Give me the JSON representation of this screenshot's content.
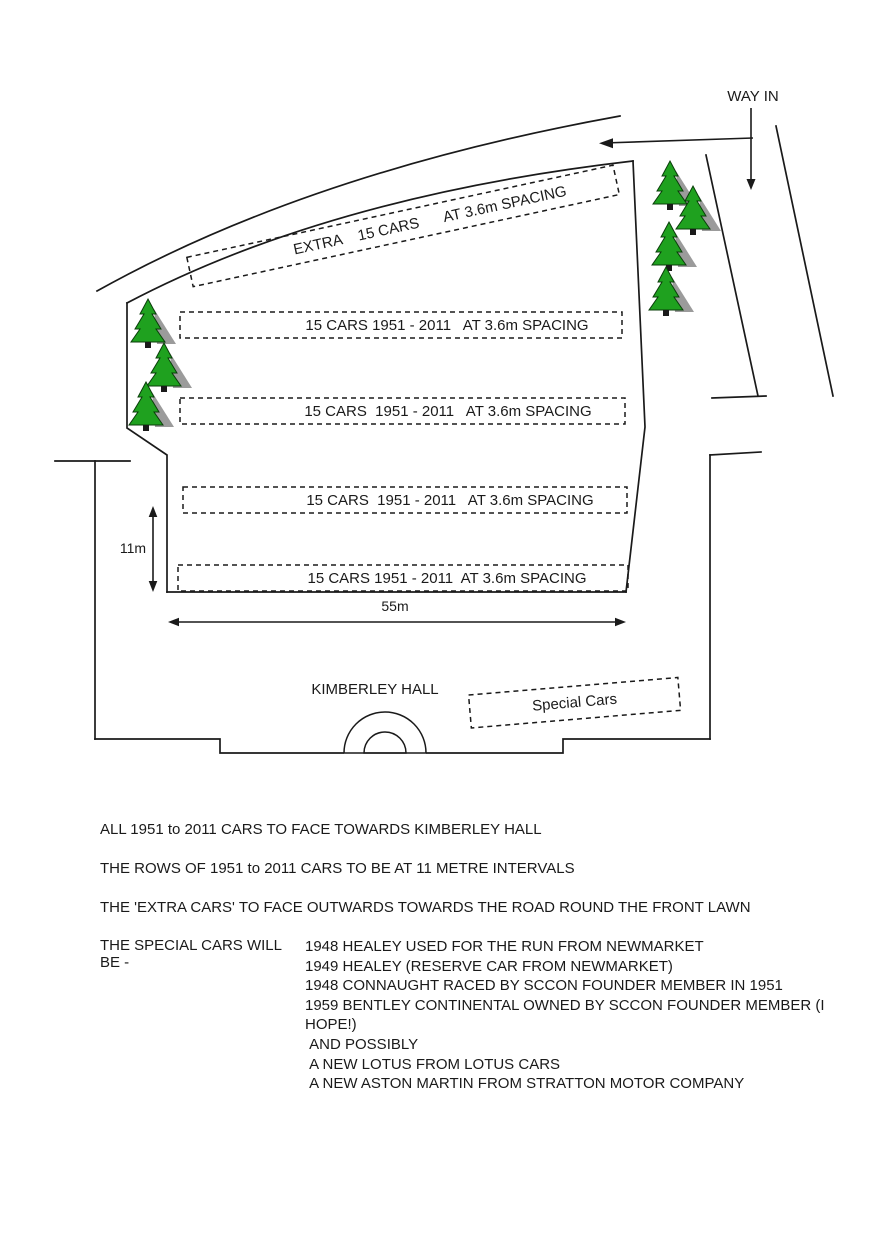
{
  "diagram": {
    "way_in_label": "WAY IN",
    "extra_row": {
      "extra": "EXTRA",
      "cars": "15 CARS",
      "spacing": "AT 3.6m SPACING"
    },
    "rows": [
      "15 CARS 1951 - 2011   AT 3.6m SPACING",
      "15 CARS  1951 - 2011   AT 3.6m SPACING",
      "15 CARS  1951 - 2011   AT 3.6m SPACING",
      "15 CARS 1951 - 2011  AT 3.6m SPACING"
    ],
    "dims": {
      "vertical": "11m",
      "horizontal": "55m"
    },
    "hall_label": "KIMBERLEY HALL",
    "special_cars_label": "Special Cars",
    "colors": {
      "tree_green": "#1fa11f",
      "tree_outline": "#0a3d0a",
      "shadow_gray": "#9b9b9b",
      "line_black": "#1a1a1a"
    }
  },
  "notes": {
    "line1": "ALL 1951 to 2011 CARS TO FACE TOWARDS KIMBERLEY HALL",
    "line2": "THE ROWS OF 1951 to 2011 CARS TO BE AT 11 METRE INTERVALS",
    "line3": "THE 'EXTRA CARS' TO FACE OUTWARDS TOWARDS THE ROAD ROUND THE FRONT LAWN",
    "special_heading": "THE SPECIAL CARS WILL BE -",
    "special_list": [
      "1948 HEALEY USED FOR THE RUN FROM NEWMARKET",
      "1949 HEALEY (RESERVE CAR FROM NEWMARKET)",
      "1948 CONNAUGHT RACED BY SCCON FOUNDER MEMBER IN 1951",
      "1959 BENTLEY CONTINENTAL OWNED BY SCCON FOUNDER MEMBER (I HOPE!)",
      " AND POSSIBLY",
      " A NEW LOTUS FROM LOTUS CARS",
      " A NEW ASTON MARTIN FROM STRATTON MOTOR COMPANY"
    ]
  }
}
